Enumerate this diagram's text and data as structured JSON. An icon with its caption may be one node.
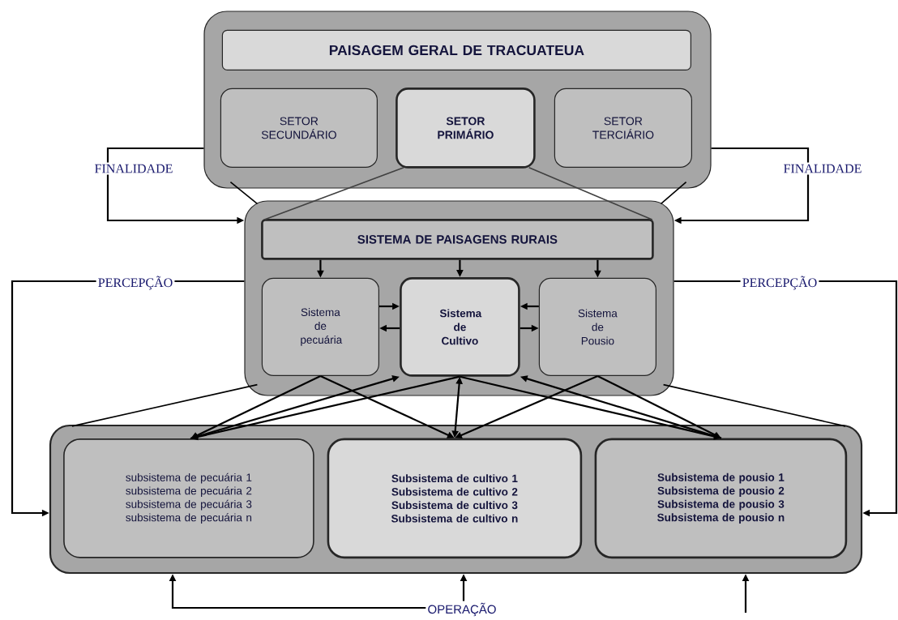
{
  "diagram": {
    "nodes": [
      {
        "text": [],
        "shape": "box"
      },
      {
        "text": [
          "PAISAGEM GERAL DE TRACUATEUA"
        ],
        "in": 0
      },
      {
        "text": [
          "SETOR SECUNDÁRIO"
        ],
        "in": 0
      },
      {
        "text": [
          "SETOR PRIMÁRIO"
        ],
        "in": 0
      },
      {
        "text": [
          "SETOR TERCIÁRIO"
        ],
        "in": 0
      },
      {
        "text": [],
        "shape": "box"
      },
      {
        "text": [
          "SISTEMA DE PAISAGENS RURAIS"
        ],
        "in": 5
      },
      {
        "text": [
          "Sistema de pecuária"
        ],
        "in": 5
      },
      {
        "text": [
          "Sistema de Cultivo"
        ],
        "in": 5
      },
      {
        "text": [
          "Sistema de Pousio"
        ],
        "in": 5
      },
      {
        "text": [],
        "shape": "box"
      },
      {
        "text": [
          "subsistema de pecuária 1",
          "subsistema de pecuária 2",
          "subsistema de pecuária 3",
          "subsistema de pecuária n"
        ],
        "in": 10
      },
      {
        "text": [
          "Subsistema de cultivo 1",
          "Subsistema de cultivo 2",
          "Subsistema de cultivo 3",
          "Subsistema de cultivo n"
        ],
        "in": 10
      },
      {
        "text": [
          "Subsistema de pousio 1",
          "Subsistema de pousio 2",
          "Subsistema de pousio 3",
          "Subsistema de pousio n"
        ],
        "in": 10
      },
      {
        "text": [
          "FINALIDADE"
        ]
      },
      {
        "text": [
          "FINALIDADE"
        ]
      },
      {
        "text": [
          "PERCEPÇÃO"
        ]
      },
      {
        "text": [
          "PERCEPÇÃO"
        ]
      },
      {
        "text": [
          "OPERAÇÃO"
        ]
      }
    ],
    "edges": [
      {
        "from": 0,
        "to": 14,
        "arrow": "none"
      },
      {
        "from": 14,
        "to": 5,
        "arrow": "to"
      },
      {
        "from": 0,
        "to": 15,
        "arrow": "none"
      },
      {
        "from": 15,
        "to": 5,
        "arrow": "to"
      },
      {
        "from": 5,
        "to": 16,
        "arrow": "none"
      },
      {
        "from": 16,
        "to": 10,
        "arrow": "to"
      },
      {
        "from": 5,
        "to": 17,
        "arrow": "none"
      },
      {
        "from": 17,
        "to": 10,
        "arrow": "to"
      },
      {
        "from": 18,
        "to": 10,
        "arrow": "to"
      },
      {
        "from": 18,
        "to": 10,
        "arrow": "to"
      },
      {
        "from": null,
        "to": 10,
        "arrow": "to"
      },
      {
        "from": 0,
        "to": 5,
        "arrow": "none"
      },
      {
        "from": 0,
        "to": 5,
        "arrow": "none"
      },
      {
        "from": 3,
        "to": 6,
        "arrow": "none",
        "color": "#404040"
      },
      {
        "from": 3,
        "to": 6,
        "arrow": "none",
        "color": "#404040"
      },
      {
        "from": 5,
        "to": 10,
        "arrow": "none"
      },
      {
        "from": 5,
        "to": 10,
        "arrow": "none"
      },
      {
        "from": 6,
        "to": 7,
        "arrow": "to"
      },
      {
        "from": 6,
        "to": 8,
        "arrow": "to"
      },
      {
        "from": 6,
        "to": 9,
        "arrow": "to"
      },
      {
        "from": 7,
        "to": 8,
        "arrow": "to"
      },
      {
        "from": 8,
        "to": 7,
        "arrow": "to"
      },
      {
        "from": 9,
        "to": 8,
        "arrow": "to"
      },
      {
        "from": 8,
        "to": 9,
        "arrow": "to"
      },
      {
        "from": 7,
        "to": 11,
        "arrow": "to"
      },
      {
        "from": 7,
        "to": 12,
        "arrow": "to"
      },
      {
        "from": 8,
        "to": 11,
        "arrow": "to"
      },
      {
        "from": 11,
        "to": 8,
        "arrow": "to"
      },
      {
        "from": 8,
        "to": 12,
        "arrow": "both"
      },
      {
        "from": 8,
        "to": 13,
        "arrow": "to"
      },
      {
        "from": 13,
        "to": 8,
        "arrow": "to"
      },
      {
        "from": 9,
        "to": 12,
        "arrow": "to"
      },
      {
        "from": 9,
        "to": 13,
        "arrow": "to"
      }
    ]
  }
}
